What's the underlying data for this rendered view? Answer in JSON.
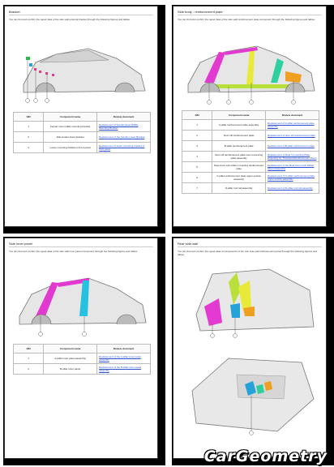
{
  "pages": [
    {
      "title": "Bracket",
      "intro": "You can find and confirm the repair data of the side wall external bracket through the following figures and tables.",
      "headers": [
        "S/N",
        "Component name",
        "Review document"
      ],
      "rows": [
        {
          "sn": "1",
          "name": "Fender rear middle mounting bracket",
          "doc": "Replacement of Fender Rear Middle Mounting Bracket"
        },
        {
          "sn": "2",
          "name": "Side fender lower bracket",
          "doc": "Replacement of the Fender Lower Bracket"
        },
        {
          "sn": "3",
          "name": "Lower mounting bracket of front panel",
          "doc": "Replacement of lower mounting bracket of front panel"
        }
      ]
    },
    {
      "title": "Side body - reinforcement plate",
      "intro": "You can find and confirm the repair data of the side wall reinforcement plate component through the following figures and tables.",
      "headers": [
        "S/N",
        "Component name",
        "Review document"
      ],
      "rows": [
        {
          "sn": "1",
          "name": "A-pillar reinforcement plate assembly",
          "doc": "Replacement of A-pillar reinforcement plate assembly"
        },
        {
          "sn": "2",
          "name": "Door sill reinforcement plate",
          "doc": "Replacement of door sill reinforcement plate"
        },
        {
          "sn": "3",
          "name": "B-pillar reinforcement plate",
          "doc": "Replacement of B-pillar reinforcement plate"
        },
        {
          "sn": "4",
          "name": "Door sill reinforcement plate rear connecting plate assembly",
          "doc": "Replacement of Rear Connecting Plate Assembly for Threshold Reinforcement Panel"
        },
        {
          "sn": "5",
          "name": "Rear door lock striker mounting reinforcement plate",
          "doc": "Replacement of the Rear Door Lock Striker Mount Assembly"
        },
        {
          "sn": "6",
          "name": "C-pillar reinforcement plate upper section assembly",
          "doc": "Replacement of C-pillar reinforcement plate upper section assembly"
        },
        {
          "sn": "7",
          "name": "D-pillar roof rail assembly",
          "doc": "Replacement of D-pillar roof rail assembly"
        }
      ]
    },
    {
      "title": "Side inner panel",
      "intro": "You can find and confirm the repair data of the side wall inner panel component through the following figures and tables.",
      "headers": [
        "S/N",
        "Component name",
        "Review document"
      ],
      "rows": [
        {
          "sn": "1",
          "name": "A-pillar inner panel assembly",
          "doc": "Replacement of the A-pillar inner panel assembly"
        },
        {
          "sn": "2",
          "name": "B-pillar inner panel",
          "doc": "Replacement of the B-pillar inner panel assembly"
        }
      ]
    },
    {
      "title": "Rear side wall",
      "intro": "You can find and confirm the repair data of components of the rear side wall reinforcement panel through the following figures and tables.",
      "headers": [],
      "rows": []
    }
  ],
  "brand": {
    "text": "CarGeometry"
  }
}
